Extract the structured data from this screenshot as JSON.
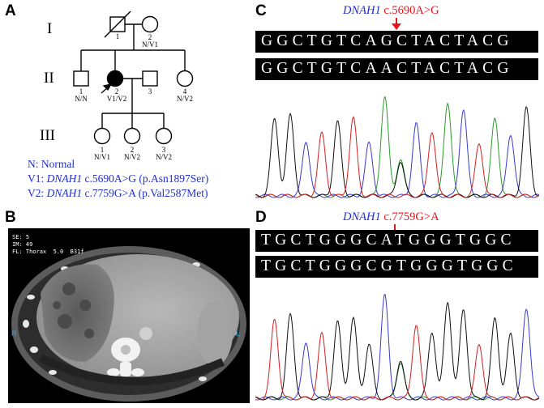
{
  "panels": {
    "a": "A",
    "b": "B",
    "c": "C",
    "d": "D"
  },
  "pedigree": {
    "generations": [
      "I",
      "II",
      "III"
    ],
    "individuals": {
      "i1": {
        "num": "1",
        "geno": ""
      },
      "i2": {
        "num": "2",
        "geno": "N/V1"
      },
      "ii1": {
        "num": "1",
        "geno": "N/N"
      },
      "ii2": {
        "num": "2",
        "geno": "V1/V2"
      },
      "ii3": {
        "num": "3",
        "geno": ""
      },
      "ii4": {
        "num": "4",
        "geno": "N/V2"
      },
      "iii1": {
        "num": "1",
        "geno": "N/V1"
      },
      "iii2": {
        "num": "2",
        "geno": "N/V2"
      },
      "iii3": {
        "num": "3",
        "geno": "N/V2"
      }
    }
  },
  "legend": {
    "n": "N: Normal",
    "v1_prefix": "V1: ",
    "v1_gene": "DNAH1",
    "v1_rest": " c.5690A>G (p.Asn1897Ser)",
    "v2_prefix": "V2: ",
    "v2_gene": "DNAH1",
    "v2_rest": " c.7759G>A (p.Val2587Met)"
  },
  "ct": {
    "meta": "SE: 5\nIM: 49\nFL: Thorax  5.0  B31f",
    "right_marker": "R",
    "left_marker": "L"
  },
  "panel_c": {
    "gene": "DNAH1",
    "variant": " c.5690A>G",
    "ref_seq": "GGCTGTCAGCTACTACG",
    "pat_seq": "GGCTGTCAACTACTACG"
  },
  "panel_d": {
    "gene": "DNAH1",
    "variant": " c.7759G>A",
    "ref_seq": "TGCTGGGCATGGGTGGC",
    "pat_seq": "TGCTGGGCGTGGGTGGC"
  },
  "colors": {
    "legend_blue": "#1f2fd1",
    "arrow_red": "#e8141b",
    "trace_A": "#2e9b2e",
    "trace_C": "#3a3ad0",
    "trace_G": "#111111",
    "trace_T": "#d42020"
  }
}
